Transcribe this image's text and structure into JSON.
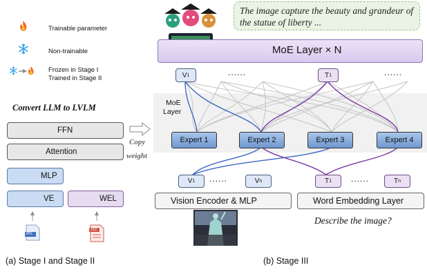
{
  "legend": {
    "trainable": "Trainable parameter",
    "non_trainable": "Non-trainable",
    "frozen_line1": "Frozen in Stage I",
    "frozen_line2": "Trained in Stage II"
  },
  "left": {
    "convert_title": "Convert LLM to LVLM",
    "ffn": "FFN",
    "attention": "Attention",
    "mlp": "MLP",
    "ve": "VE",
    "wel": "WEL",
    "copy": "Copy",
    "weight": "weight",
    "jpg_label": "JPG",
    "txt_label": "TXT"
  },
  "right": {
    "speech_text": "The image capture the beauty and grandeur of the statue of liberty ...",
    "moe_bar_label": "MoE Layer × N",
    "moe_layer_label_1": "MoE",
    "moe_layer_label_2": "Layer",
    "top_tokens": {
      "v": "V",
      "v_sub": "1",
      "t": "T",
      "t_sub": "1",
      "dots": "......"
    },
    "experts": [
      "Expert 1",
      "Expert 2",
      "Expert 3",
      "Expert 4"
    ],
    "bottom_tokens": {
      "v1": "V",
      "v1_sub": "1",
      "vn": "V",
      "vn_sub": "n",
      "t1": "T",
      "t1_sub": "1",
      "tn": "T",
      "tn_sub": "n",
      "dots": "......"
    },
    "vision_encoder": "Vision Encoder & MLP",
    "word_embedding": "Word Embedding Layer",
    "question": "Describe the image?"
  },
  "captions": {
    "a": "(a) Stage I and Stage II",
    "b": "(b) Stage III"
  },
  "colors": {
    "flame": "#f26a1b",
    "snow": "#36a3e8",
    "vision_line": "#3d66c4",
    "text_line": "#7a3aa8",
    "grey_line": "#bdbdbd"
  }
}
